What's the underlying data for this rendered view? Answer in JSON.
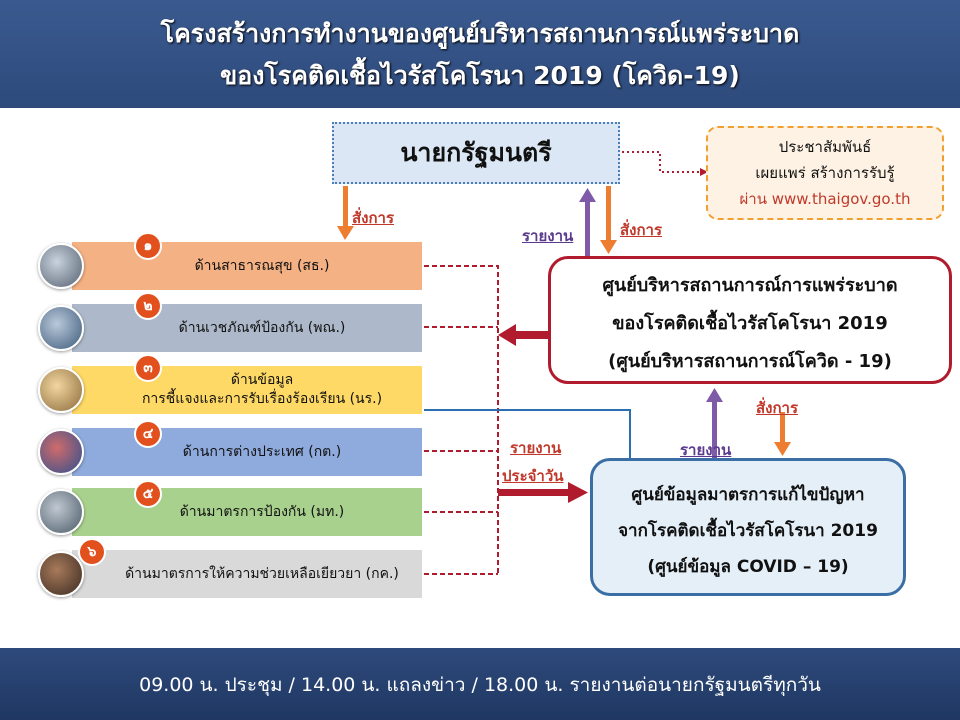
{
  "header": {
    "title_line1": "โครงสร้างการทำงานของศูนย์บริหารสถานการณ์แพร่ระบาด",
    "title_line2": "ของโรคติดเชื้อไวรัสโคโรนา 2019 (โควิด-19)"
  },
  "pm": {
    "label": "นายกรัฐมนตรี"
  },
  "pr": {
    "line1": "ประชาสัมพันธ์",
    "line2": "เผยแพร่ สร้างการรับรู้",
    "line3": "ผ่าน www.thaigov.go.th"
  },
  "ccsa": {
    "line1": "ศูนย์บริหารสถานการณ์การแพร่ระบาด",
    "line2": "ของโรคติดเชื้อไวรัสโคโรนา 2019",
    "line3": "(ศูนย์บริหารสถานการณ์โควิด - 19)"
  },
  "info": {
    "line1": "ศูนย์ข้อมูลมาตรการแก้ไขปัญหา",
    "line2": "จากโรคติดเชื้อไวรัสโคโรนา 2019",
    "line3": "(ศูนย์ข้อมูล COVID – 19)"
  },
  "labels": {
    "command_pm": "สั่งการ",
    "report_pm": "รายงาน",
    "command_ccsa": "สั่งการ",
    "command_info": "สั่งการ",
    "report_info": "รายงาน",
    "daily_report_1": "รายงาน",
    "daily_report_2": "ประจำวัน"
  },
  "departments": [
    {
      "num": "๑",
      "text1": "ด้านสาธารณสุข (สธ.)",
      "text2": "",
      "color": "#f4b183"
    },
    {
      "num": "๒",
      "text1": "ด้านเวชภัณฑ์ป้องกัน (พณ.)",
      "text2": "",
      "color": "#adb9ca"
    },
    {
      "num": "๓",
      "text1": "ด้านข้อมูล",
      "text2": "การชี้แจงและการรับเรื่องร้องเรียน (นร.)",
      "color": "#ffd966"
    },
    {
      "num": "๔",
      "text1": "ด้านการต่างประเทศ (กต.)",
      "text2": "",
      "color": "#8faadc"
    },
    {
      "num": "๕",
      "text1": "ด้านมาตรการป้องกัน (มท.)",
      "text2": "",
      "color": "#a9d18e"
    },
    {
      "num": "๖",
      "text1": "ด้านมาตรการให้ความช่วยเหลือเยียวยา (กค.)",
      "text2": "",
      "color": "#d9d9d9"
    }
  ],
  "footer": {
    "text": "09.00 น. ประชุม  /  14.00 น. แถลงข่าว  /  18.00 น. รายงานต่อนายกรัฐมนตรีทุกวัน"
  },
  "colors": {
    "header_bg": "#3a5a8f",
    "ccsa_border": "#b01c2e",
    "info_border": "#3a6ea5",
    "arrow_red": "#b01c2e",
    "arrow_orange": "#ed7d31",
    "arrow_purple": "#7f5aa8",
    "line_blue": "#2c6fb0"
  }
}
